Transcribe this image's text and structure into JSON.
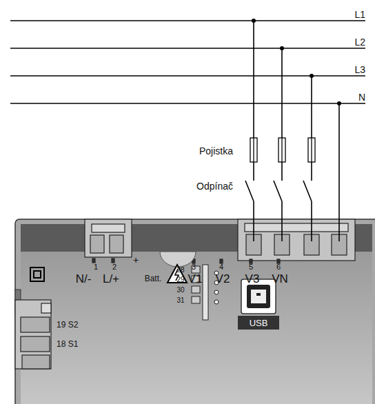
{
  "diagram": {
    "labels": [
      "L1",
      "L2",
      "L3",
      "N",
      "Pojistka",
      "Odpínač",
      "1",
      "2",
      "N/-",
      "L/+",
      "+",
      "Batt.",
      "3",
      "4",
      "5",
      "6",
      "V1",
      "V2",
      "V3",
      "VN",
      "28",
      "29",
      "30",
      "31",
      "19 S2",
      "18 S1",
      "USB"
    ]
  }
}
